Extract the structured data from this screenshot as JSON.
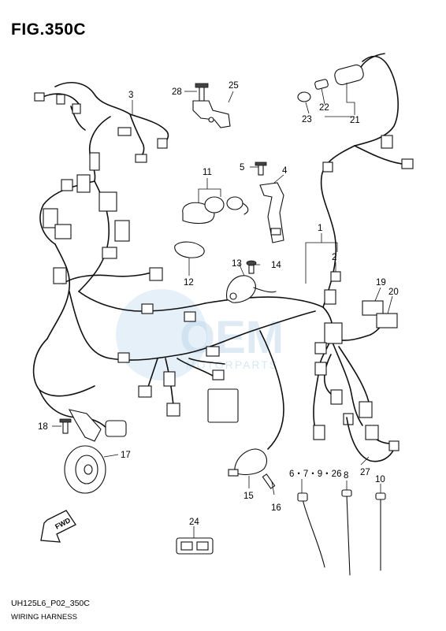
{
  "figure": {
    "title": "FIG.350C",
    "code": "UH125L6_P02_350C",
    "caption": "WIRING HARNESS"
  },
  "watermark": {
    "text_main": "OEM",
    "text_sub": "MOTORPARTS"
  },
  "parts": {
    "p1": "1",
    "p2": "2",
    "p3": "3",
    "p4": "4",
    "p5": "5",
    "p6": "6・7・9・26",
    "p8": "8",
    "p10": "10",
    "p11": "11",
    "p12": "12",
    "p13": "13",
    "p14": "14",
    "p15": "15",
    "p16": "16",
    "p17": "17",
    "p18": "18",
    "p19": "19",
    "p20": "20",
    "p21": "21",
    "p22": "22",
    "p23": "23",
    "p24": "24",
    "p25": "25",
    "p27": "27",
    "p28": "28"
  },
  "fwd_label": "FWD"
}
